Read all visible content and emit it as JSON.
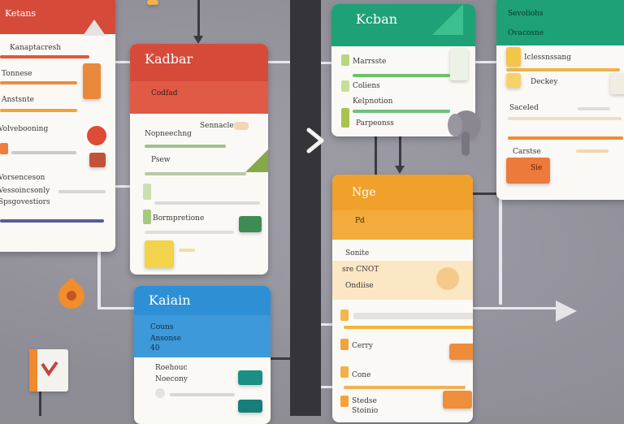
{
  "colors": {
    "red": "#d64a3a",
    "green": "#1fa177",
    "blue": "#2f8fd4",
    "orange": "#f0a12c",
    "background": "#8e8d96",
    "divider": "#35343a"
  },
  "cards": {
    "red_left": {
      "header": "Ketans",
      "rows": [
        "Kanaptacresh",
        "Tonnese",
        "Anstsnte",
        "Volvebooning",
        "Vorsenceson",
        "Vessoincsonly",
        "Spsgovestiors"
      ]
    },
    "red_center": {
      "title": "Kadbar",
      "subtitle": "Codfad",
      "rows": [
        "Sennacle",
        "Nopneechng",
        "Psew",
        "Bormpretione"
      ]
    },
    "green_center": {
      "title": "Kcban",
      "rows": [
        "Marrsste",
        "Coliens",
        "Kelpnotion",
        "Parpeonss"
      ]
    },
    "green_right": {
      "header": "Sevoliohs",
      "subheader": "Ovacosne",
      "rows": [
        "Iclessnssang",
        "Deckey",
        "Saceled",
        "Carstse",
        "Sie"
      ]
    },
    "orange": {
      "title": "Nge",
      "subtitle": "Pd",
      "rows": [
        "Sonite",
        "sre CNOT",
        "Ondiise",
        "Cerry",
        "Cone",
        "Stedse",
        "Stoinio"
      ]
    },
    "blue": {
      "title": "Kaiain",
      "subtitle": "Couns",
      "rows": [
        "Ansonse",
        "40"
      ],
      "extra_rows": [
        "Roehouc",
        "Noecony"
      ]
    }
  },
  "icons": [
    "chevron-right-icon",
    "arrow-down-icon",
    "elephant-icon",
    "map-pin-icon",
    "checkmark-icon",
    "folder-icon",
    "speech-bubble-icon"
  ]
}
